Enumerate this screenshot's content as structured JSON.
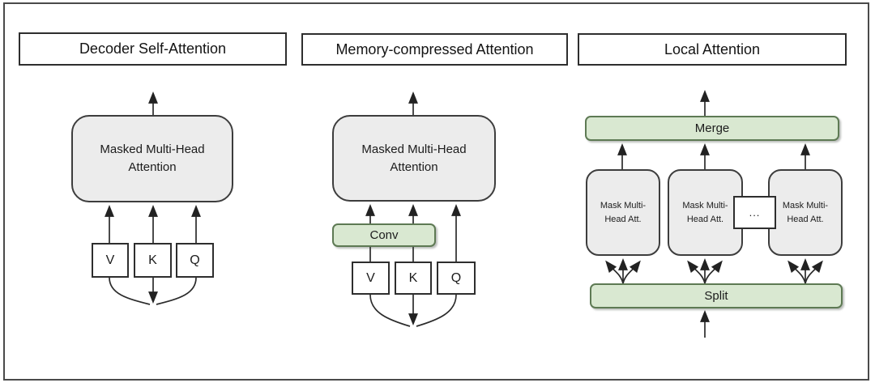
{
  "panels": [
    {
      "title": "Decoder Self-Attention",
      "attention_box": "Masked Multi-Head Attention",
      "inputs": [
        "V",
        "K",
        "Q"
      ]
    },
    {
      "title": "Memory-compressed Attention",
      "attention_box": "Masked Multi-Head Attention",
      "conv_box": "Conv",
      "inputs": [
        "V",
        "K",
        "Q"
      ]
    },
    {
      "title": "Local Attention",
      "merge_box": "Merge",
      "split_box": "Split",
      "attention_box": "Mask Multi-Head Att.",
      "ellipsis": "..."
    }
  ],
  "colors": {
    "green_fill": "#d9e8d1",
    "green_border": "#5e7a54",
    "gray_fill": "#ececec",
    "gray_border": "#3d3d3d",
    "line": "#2b2b2b",
    "background": "#ffffff"
  }
}
